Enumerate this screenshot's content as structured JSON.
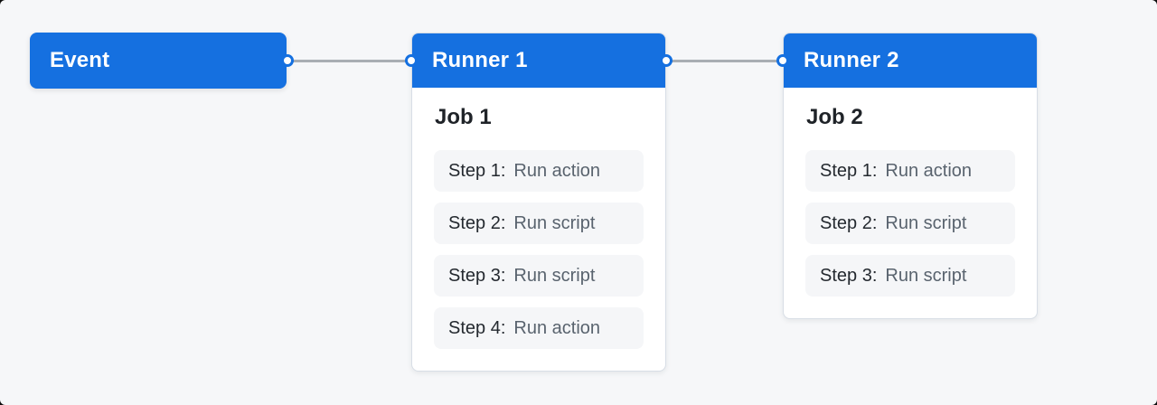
{
  "canvas": {
    "background_color": "#f6f7f9",
    "accent_blue": "#1570e0",
    "connector_gray": "#a9aeb4"
  },
  "workflow": {
    "event": {
      "label": "Event"
    },
    "runners": [
      {
        "title": "Runner 1",
        "job": {
          "title": "Job 1",
          "steps": [
            {
              "label": "Step 1:",
              "action": "Run action"
            },
            {
              "label": "Step 2:",
              "action": "Run script"
            },
            {
              "label": "Step 3:",
              "action": "Run script"
            },
            {
              "label": "Step 4:",
              "action": "Run action"
            }
          ]
        }
      },
      {
        "title": "Runner 2",
        "job": {
          "title": "Job 2",
          "steps": [
            {
              "label": "Step 1:",
              "action": "Run action"
            },
            {
              "label": "Step 2:",
              "action": "Run script"
            },
            {
              "label": "Step 3:",
              "action": "Run script"
            }
          ]
        }
      }
    ]
  }
}
